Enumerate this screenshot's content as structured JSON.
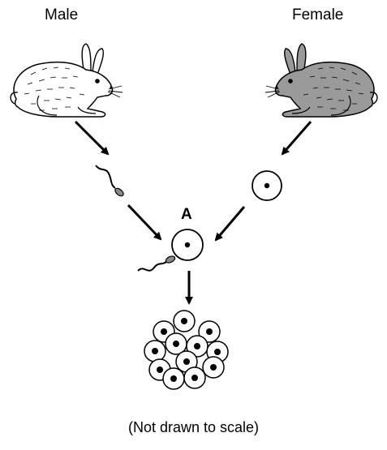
{
  "labels": {
    "male": "Male",
    "female": "Female",
    "point": "A",
    "caption": "(Not drawn to scale)"
  },
  "colors": {
    "male_rabbit_fill": "#ffffff",
    "female_rabbit_fill": "#9a9a9a",
    "stroke": "#000000",
    "sperm_head": "#8a8a8a"
  },
  "icons": {
    "male": "rabbit-icon",
    "female": "rabbit-icon",
    "male_gamete": "sperm-icon",
    "female_gamete": "egg-cell-icon",
    "zygote": "fertilized-egg-icon",
    "embryo": "cell-cluster-icon"
  }
}
